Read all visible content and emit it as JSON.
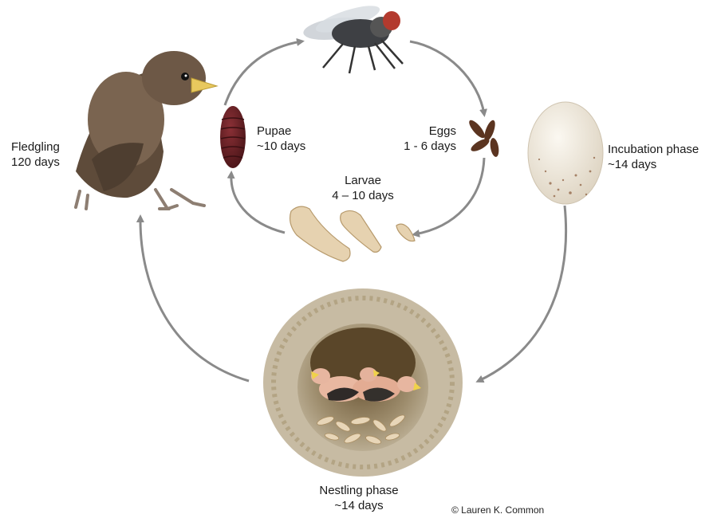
{
  "stages": {
    "fledgling": {
      "name": "Fledgling",
      "duration": "120 days"
    },
    "pupae": {
      "name": "Pupae",
      "duration": "~10 days"
    },
    "eggs": {
      "name": "Eggs",
      "duration": "1 - 6 days"
    },
    "larvae": {
      "name": "Larvae",
      "duration": "4 – 10 days"
    },
    "incubation": {
      "name": "Incubation phase",
      "duration": "~14 days"
    },
    "nestling": {
      "name": "Nestling phase",
      "duration": "~14 days"
    }
  },
  "credit": "© Lauren K. Common",
  "colors": {
    "arrow": "#8a8a8a",
    "bird": "#6e5a47",
    "pupa": "#5a1f22",
    "egg": "#efe9dc",
    "larva": "#e6d2b0",
    "nest": "#b3a68c"
  }
}
